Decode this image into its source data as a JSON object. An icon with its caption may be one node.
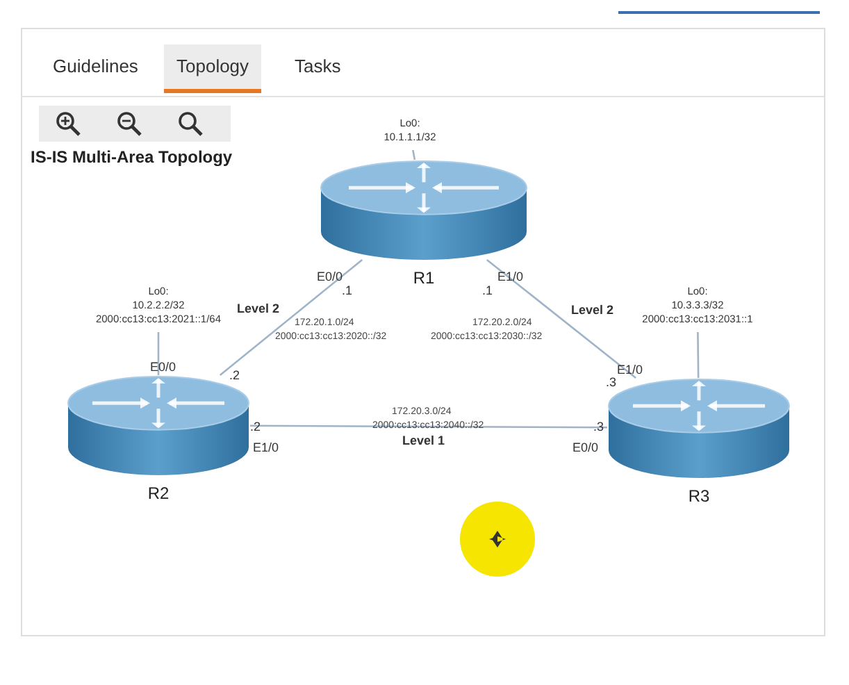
{
  "diagram": {
    "title": "IS-IS Multi-Area Topology",
    "nodes": [
      {
        "text": [
          "R1"
        ]
      },
      {
        "text": [
          "R2"
        ]
      },
      {
        "text": [
          "R3"
        ]
      },
      {
        "text": [
          "Lo0:",
          "10.1.1.1/32"
        ]
      },
      {
        "text": [
          "Lo0:",
          "10.2.2.2/32",
          "2000:cc13:cc13:2021::1/64"
        ]
      },
      {
        "text": [
          "Lo0:",
          "10.3.3.3/32",
          "2000:cc13:cc13:2031::1"
        ]
      }
    ],
    "edges": [
      {
        "from": 0,
        "to": 1,
        "arrow": "none",
        "label": "Level 2"
      },
      {
        "from": 0,
        "to": 2,
        "arrow": "none",
        "label": "Level 2"
      },
      {
        "from": 1,
        "to": 2,
        "arrow": "none",
        "label": "Level 1"
      },
      {
        "from": 3,
        "to": 0,
        "arrow": "none"
      },
      {
        "from": 4,
        "to": 1,
        "arrow": "none"
      },
      {
        "from": 5,
        "to": 2,
        "arrow": "none"
      }
    ],
    "labels": [
      "Guidelines",
      "Topology",
      "Tasks",
      "E0/0",
      ".1",
      "E1/0",
      ".1",
      "172.20.1.0/24",
      "2000:cc13:cc13:2020::/32",
      "172.20.2.0/24",
      "2000:cc13:cc13:2030::/32",
      "E0/0",
      ".2",
      "E1/0",
      ".3",
      ".2",
      "E1/0",
      "172.20.3.0/24",
      "2000:cc13:cc13:2040::/32",
      ".3",
      "E0/0"
    ]
  }
}
